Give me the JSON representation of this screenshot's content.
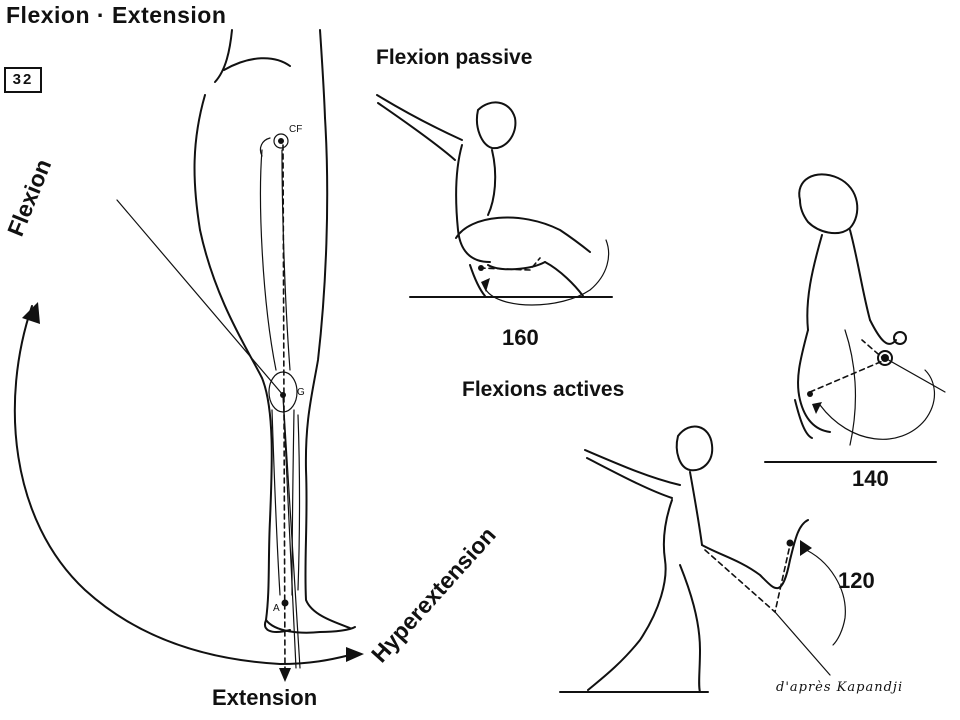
{
  "title": "Flexion · Extension",
  "figure_number": "32",
  "labels": {
    "flexion_passive": "Flexion passive",
    "flexions_actives": "Flexions actives",
    "flexion": "Flexion",
    "extension": "Extension",
    "hyperextension": "Hyperextension"
  },
  "angles": {
    "passive": "160",
    "active_kneeling": "140",
    "active_standing": "120"
  },
  "points": {
    "hip_center": "CF",
    "knee": "G",
    "ankle": "A"
  },
  "credit": "d'après Kapandji"
}
